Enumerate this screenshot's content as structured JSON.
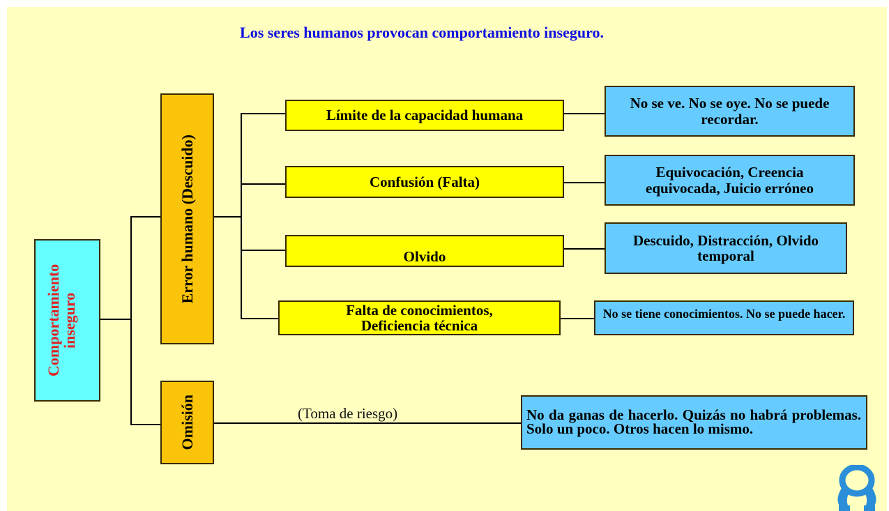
{
  "title": "Los seres humanos provocan comportamiento inseguro.",
  "root": {
    "label": "Comportamiento inseguro"
  },
  "branches": {
    "error": {
      "label": "Error humano (Descuido)",
      "causes": [
        {
          "label": "Límite de la capacidad humana",
          "detail": "No se ve. No se oye. No se puede recordar."
        },
        {
          "label": "Confusión (Falta)",
          "detail": "Equivocación, Creencia equivocada, Juicio erróneo"
        },
        {
          "label": "Olvido",
          "detail": "Descuido, Distracción, Olvido temporal"
        },
        {
          "label": "Falta de conocimientos, Deficiencia técnica",
          "detail": "No se tiene conocimientos. No se puede hacer."
        }
      ]
    },
    "omission": {
      "label": "Omisión",
      "connector_label": "(Toma de riesgo)",
      "detail": "No da ganas de hacerlo. Quizás no habrá problemas. Solo un poco. Otros hacen lo mismo."
    }
  },
  "colors": {
    "background": "#ffffc0",
    "title": "#1010e0",
    "root_fill": "#66ffff",
    "root_text": "#e02020",
    "category_fill": "#f9c40a",
    "cause_fill": "#ffff00",
    "detail_fill": "#66ccff"
  },
  "icons": {
    "logo": "mascot-logo-icon"
  }
}
